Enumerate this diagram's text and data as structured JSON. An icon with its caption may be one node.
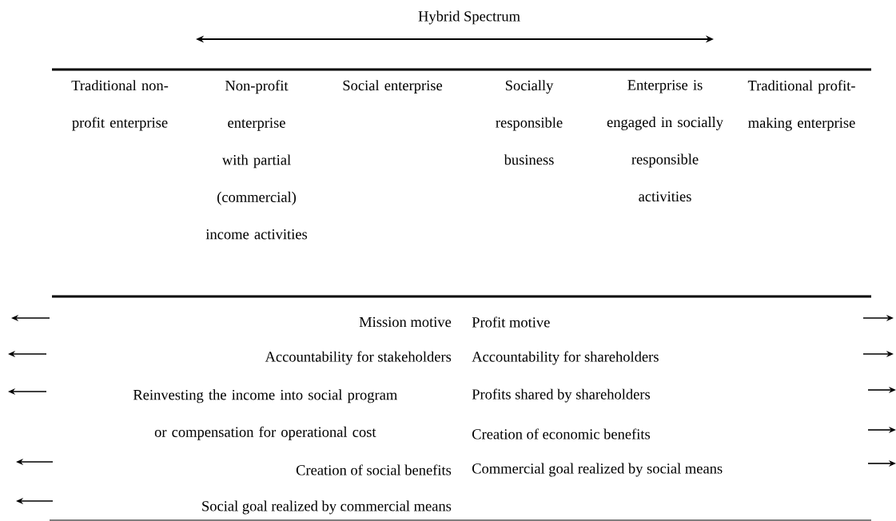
{
  "diagram": {
    "title": "Hybrid Spectrum",
    "labels": [
      "Traditional non-profit enterprise",
      "Non-profit enterprise with partial (commercial) income activities",
      "Social enterprise",
      "Socially responsible business",
      "Enterprise is engaged in socially responsible activities",
      "Traditional profit-making enterprise",
      "Mission motive",
      "Profit motive",
      "Accountability for stakeholders",
      "Accountability for shareholders",
      "Reinvesting the income into social program or compensation for operational cost",
      "Profits shared by shareholders",
      "Creation of economic benefits",
      "Creation of social benefits",
      "Commercial goal realized by social means",
      "Social goal realized by commercial means"
    ]
  }
}
